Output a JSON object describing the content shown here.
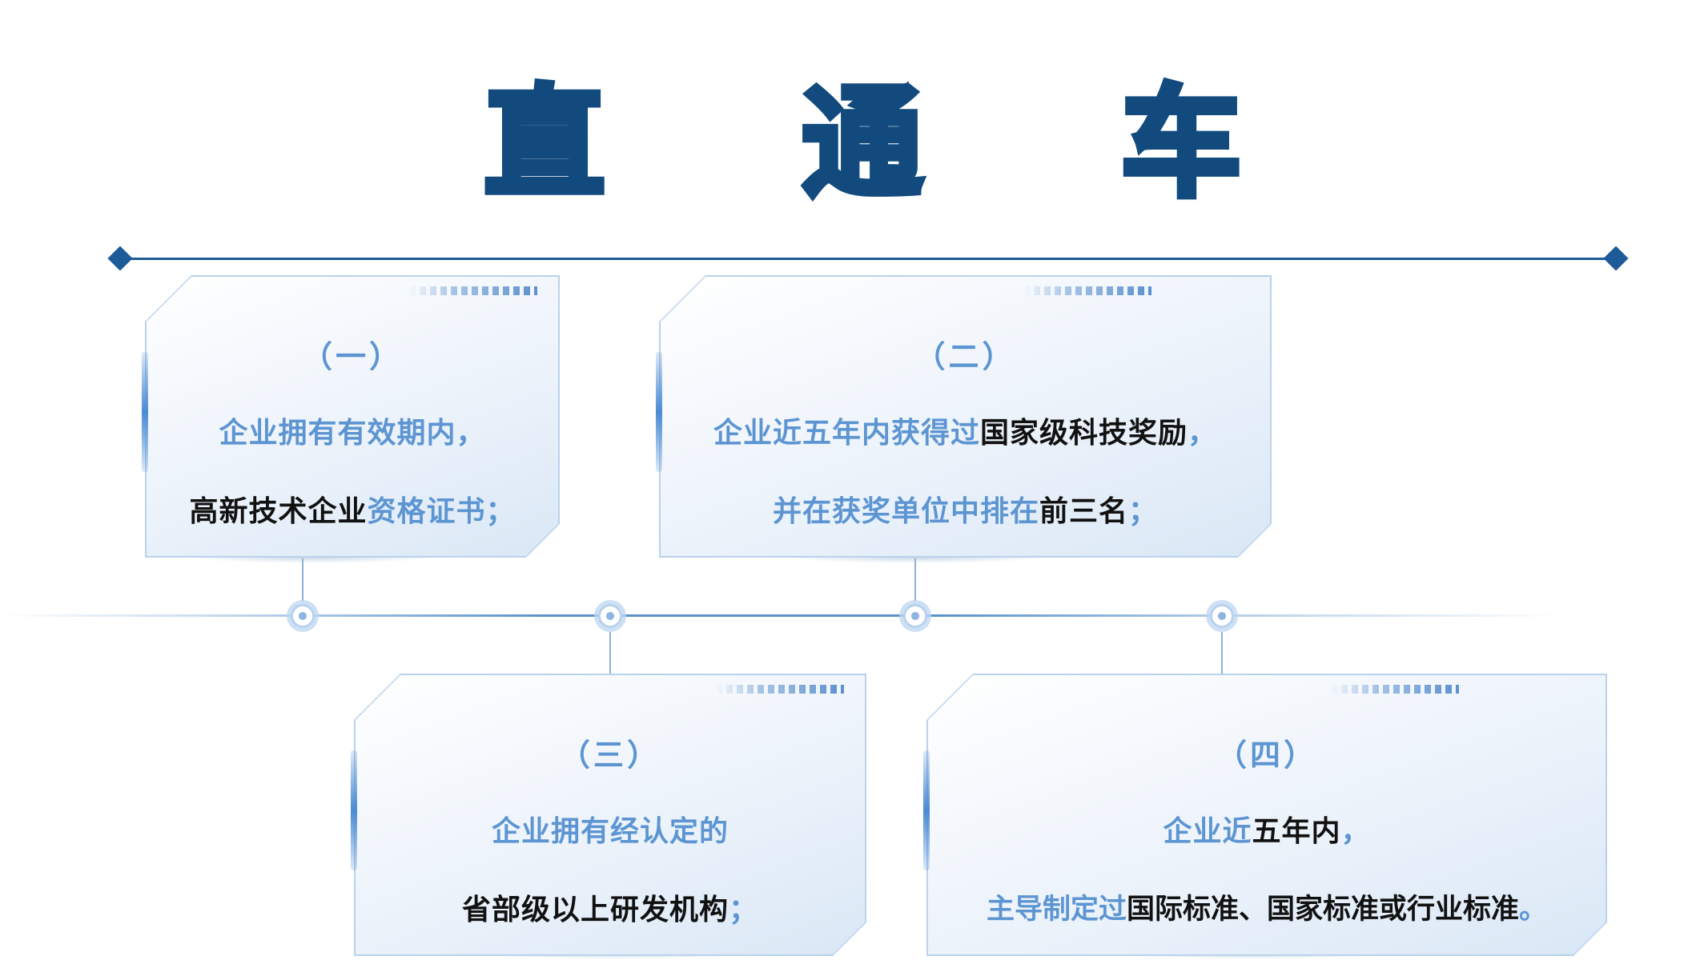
{
  "title": {
    "chars": [
      "直",
      "通",
      "车"
    ]
  },
  "colors": {
    "title": "#124a7e",
    "accent_text": "#5c95d2",
    "emphasis_text": "#111111",
    "line": "#1c5a98"
  },
  "cards": [
    {
      "heading": "（一）",
      "line1": [
        {
          "text": "企业拥有有效期内，",
          "style": "accent"
        }
      ],
      "line2": [
        {
          "text": "高新技术企业",
          "style": "emphasis"
        },
        {
          "text": "资格证书；",
          "style": "accent"
        }
      ]
    },
    {
      "heading": "（二）",
      "line1": [
        {
          "text": "企业近五年内获得过",
          "style": "accent"
        },
        {
          "text": "国家级科技奖励",
          "style": "emphasis"
        },
        {
          "text": "，",
          "style": "accent"
        }
      ],
      "line2": [
        {
          "text": "并在获奖单位中排在",
          "style": "accent"
        },
        {
          "text": "前三名",
          "style": "emphasis"
        },
        {
          "text": "；",
          "style": "accent"
        }
      ]
    },
    {
      "heading": "（三）",
      "line1": [
        {
          "text": "企业拥有经认定的",
          "style": "accent"
        }
      ],
      "line2": [
        {
          "text": "省部级以上研发机构",
          "style": "emphasis"
        },
        {
          "text": "；",
          "style": "accent"
        }
      ]
    },
    {
      "heading": "（四）",
      "line1": [
        {
          "text": "企业近",
          "style": "accent"
        },
        {
          "text": "五年内",
          "style": "emphasis"
        },
        {
          "text": "，",
          "style": "accent"
        }
      ],
      "line2": [
        {
          "text": "主导制定过",
          "style": "accent"
        },
        {
          "text": "国际标准、国家标准或行业标准",
          "style": "emphasis"
        },
        {
          "text": "。",
          "style": "accent"
        }
      ]
    }
  ]
}
